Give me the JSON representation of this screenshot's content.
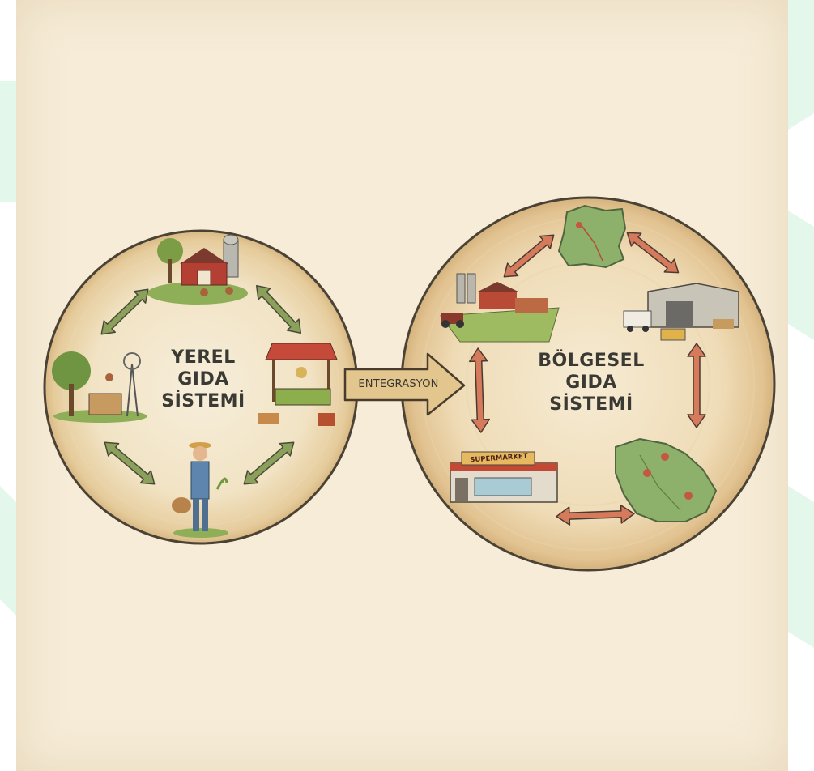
{
  "diagram": {
    "local_system": {
      "lines": [
        "YEREL",
        "GIDA",
        "SİSTEMİ"
      ]
    },
    "integration": {
      "label": "ENTEGRASYON"
    },
    "regional_system": {
      "lines": [
        "BÖLGESEL",
        "GIDA",
        "SİSTEMİ"
      ]
    },
    "store_sign": "SUPERMARKET"
  },
  "colors": {
    "paper": "#f6ecd7",
    "green_arrow": "#8ba05a",
    "red_arrow": "#d67a5c",
    "integration_arrow": "#e2c68e",
    "background_stripe": "#e2f6ea"
  }
}
